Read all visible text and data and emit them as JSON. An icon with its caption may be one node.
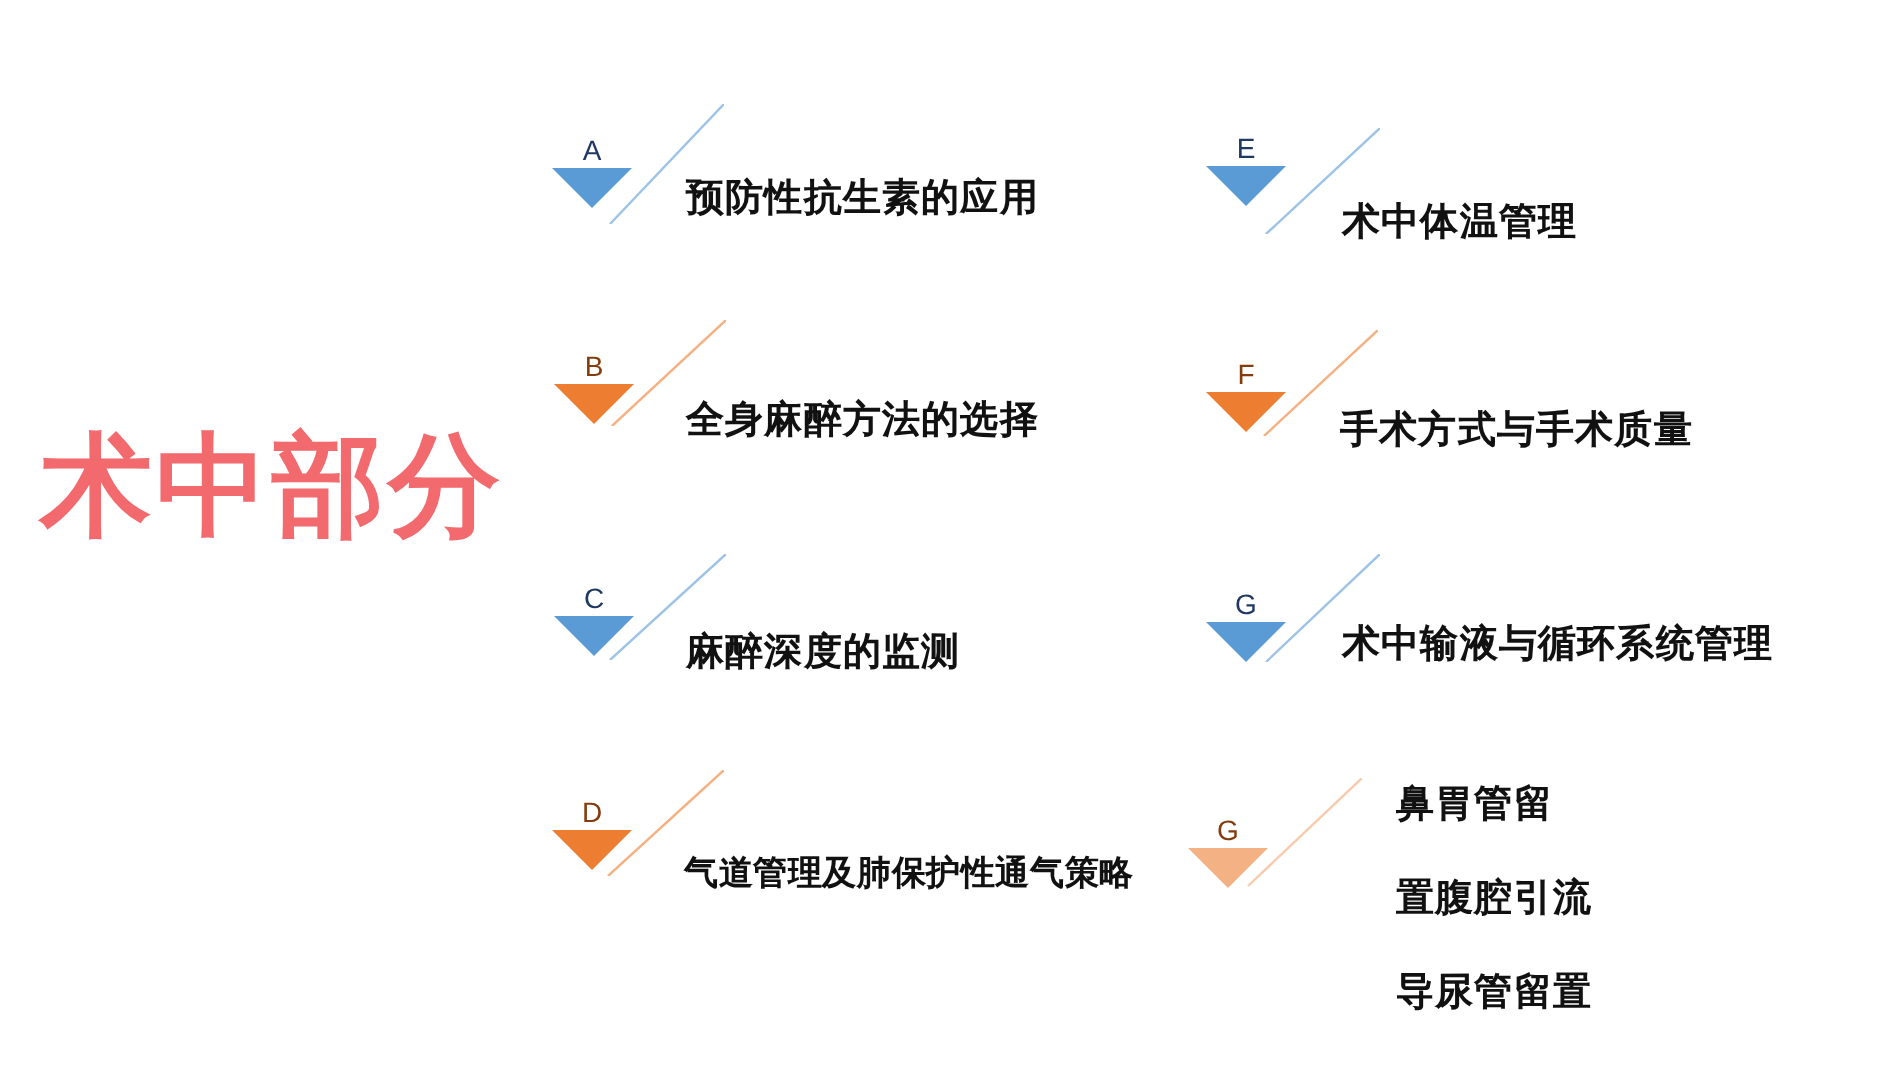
{
  "diagram": {
    "title": "术中部分",
    "nodes": [
      {
        "text": [
          "A"
        ],
        "beside": [
          "预防性抗生素的应用"
        ]
      },
      {
        "text": [
          "B"
        ],
        "beside": [
          "全身麻醉方法的选择"
        ]
      },
      {
        "text": [
          "C"
        ],
        "beside": [
          "麻醉深度的监测"
        ]
      },
      {
        "text": [
          "D"
        ],
        "beside": [
          "气道管理及肺保护性通气策略"
        ]
      },
      {
        "text": [
          "E"
        ],
        "beside": [
          "术中体温管理"
        ]
      },
      {
        "text": [
          "F"
        ],
        "beside": [
          "手术方式与手术质量"
        ]
      },
      {
        "text": [
          "G"
        ],
        "beside": [
          "术中输液与循环系统管理"
        ]
      },
      {
        "text": [
          "G"
        ],
        "beside": [
          "鼻胃管留",
          "置腹腔引流",
          "导尿管留置"
        ]
      }
    ]
  }
}
